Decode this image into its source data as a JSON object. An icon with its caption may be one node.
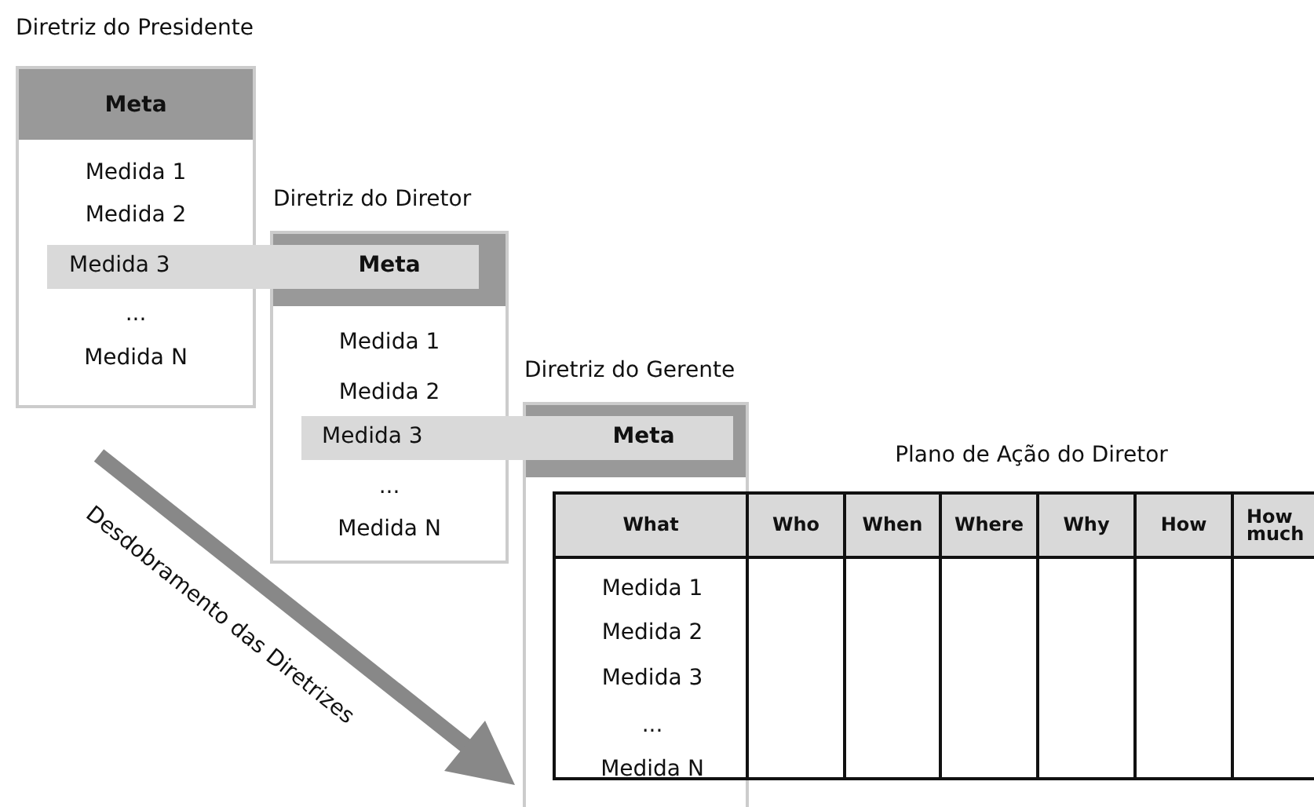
{
  "diagram": {
    "nodes": [
      {
        "text": [
          "Diretriz do Presidente",
          "Meta",
          "Medida 1",
          "Medida 2",
          "...",
          "Medida N"
        ]
      },
      {
        "text": [
          "Medida 3",
          "Meta"
        ]
      },
      {
        "text": [
          "Diretriz do Diretor",
          "Medida 1",
          "Medida 2",
          "...",
          "Medida N"
        ]
      },
      {
        "text": [
          "Medida 3",
          "Meta"
        ]
      },
      {
        "text": [
          "Diretriz do Gerente"
        ]
      },
      {
        "text": [
          "Plano de Ação do Diretor"
        ]
      }
    ],
    "labels": [
      "What",
      "Who",
      "When",
      "Where",
      "Why",
      "How",
      "How much",
      "Medida 1",
      "Medida 2",
      "Medida 3",
      "...",
      "Medida N",
      "Desdobramento das Diretrizes"
    ]
  }
}
